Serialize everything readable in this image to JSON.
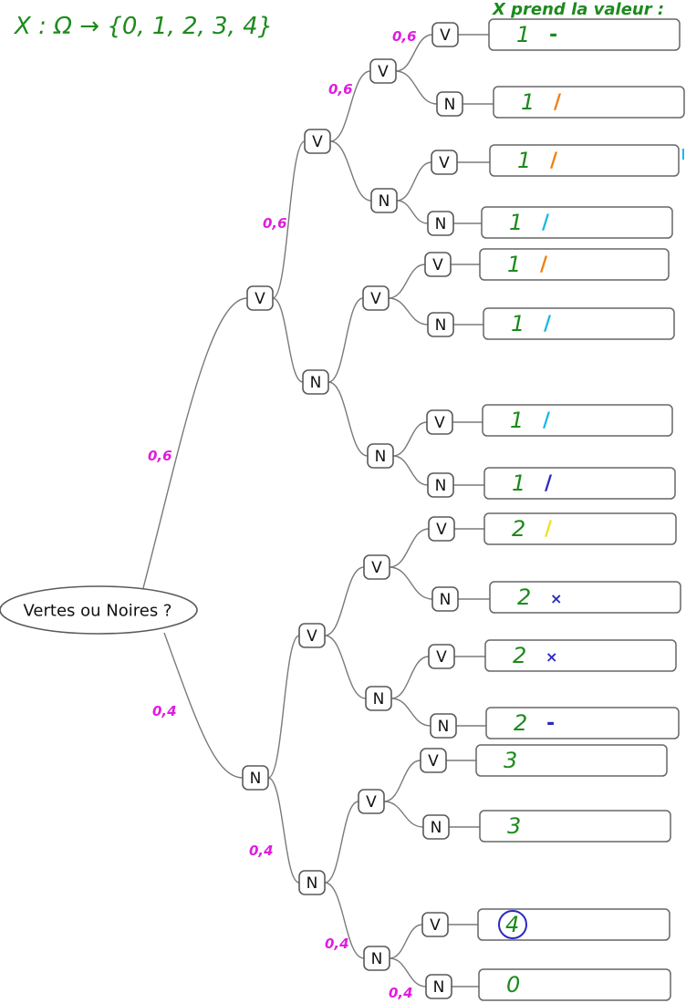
{
  "header": {
    "random_variable": "X : Ω → {0, 1, 2, 3, 4}",
    "column_title": "X prend la valeur :"
  },
  "tree": {
    "root_label": "Vertes ou Noires ?",
    "branch_probabilities": {
      "p_first_V": "0,6",
      "p_first_N": "0,4",
      "p_V_V": "0,6",
      "p_V_V_V": "0,6",
      "p_V_V_V_V": "0,6",
      "p_N_N": "0,4",
      "p_N_N_N": "0,4",
      "p_N_N_N_N": "0,4"
    }
  },
  "outcomes": [
    {
      "path": "VVVV",
      "value": "1",
      "mark": "-",
      "mark_color": "#1c8a1c"
    },
    {
      "path": "VVVN",
      "value": "1",
      "mark": "/",
      "mark_color": "#f07f10"
    },
    {
      "path": "VVNV",
      "value": "1",
      "mark": "/",
      "mark_color": "#f07f10"
    },
    {
      "path": "VVNN",
      "value": "1",
      "mark": "/",
      "mark_color": "#18b8e8"
    },
    {
      "path": "VNVV",
      "value": "1",
      "mark": "/",
      "mark_color": "#f07f10"
    },
    {
      "path": "VNVN",
      "value": "1",
      "mark": "/",
      "mark_color": "#18b8e8"
    },
    {
      "path": "VNNV",
      "value": "1",
      "mark": "/",
      "mark_color": "#18b8e8"
    },
    {
      "path": "VNNN",
      "value": "1",
      "mark": "/",
      "mark_color": "#2a2ac0"
    },
    {
      "path": "NVVV",
      "value": "2",
      "mark": "/",
      "mark_color": "#f0e020"
    },
    {
      "path": "NVVN",
      "value": "2",
      "mark": "×",
      "mark_color": "#2a2ac0"
    },
    {
      "path": "NVNV",
      "value": "2",
      "mark": "×",
      "mark_color": "#2a2ac0"
    },
    {
      "path": "NVNN",
      "value": "2",
      "mark": "-",
      "mark_color": "#2a2ac0"
    },
    {
      "path": "NNVV",
      "value": "3",
      "mark": "",
      "mark_color": ""
    },
    {
      "path": "NNVN",
      "value": "3",
      "mark": "",
      "mark_color": ""
    },
    {
      "path": "NNNV",
      "value": "4",
      "mark": "",
      "mark_color": "",
      "circled": true
    },
    {
      "path": "NNNN",
      "value": "0",
      "mark": "",
      "mark_color": ""
    }
  ],
  "labels": {
    "V": "V",
    "N": "N"
  }
}
